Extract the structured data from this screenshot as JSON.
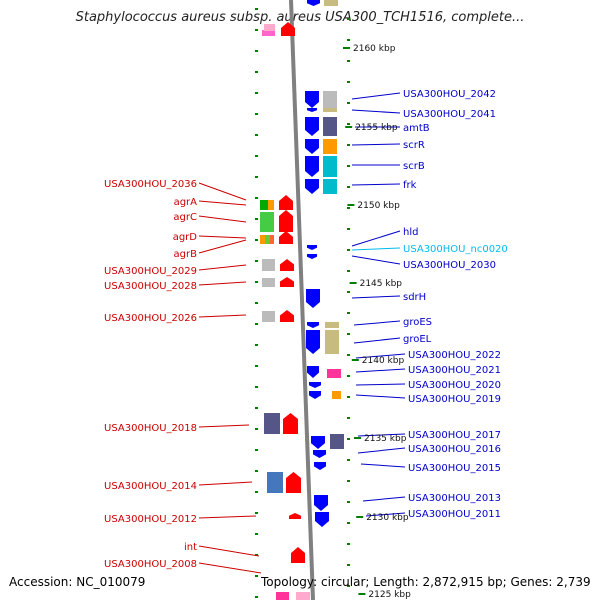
{
  "title": "Staphylococcus aureus subsp. aureus USA300_TCH1516, complete...",
  "footer": {
    "accession": "Accession: NC_010079",
    "topology": "Topology: circular; Length: 2,872,915 bp; Genes: 2,739"
  },
  "colors": {
    "backbone": "#808080",
    "tick": "#008000",
    "left_label": "#cc0000",
    "right_label": "#0000cc",
    "ncrna_label": "#00bbee",
    "plus_strand": "#ff0000",
    "minus_strand": "#0000ff"
  },
  "scale_labels": [
    "2160 kbp",
    "2155 kbp",
    "2150 kbp",
    "2145 kbp",
    "2140 kbp",
    "2135 kbp",
    "2130 kbp",
    "2125 kbp"
  ],
  "left_genes": [
    "USA300HOU_2036",
    "agrA",
    "agrC",
    "agrD",
    "agrB",
    "USA300HOU_2029",
    "USA300HOU_2028",
    "USA300HOU_2026",
    "USA300HOU_2018",
    "USA300HOU_2014",
    "USA300HOU_2012",
    "int",
    "USA300HOU_2008"
  ],
  "right_genes": [
    "USA300HOU_2042",
    "USA300HOU_2041",
    "amtB",
    "scrR",
    "scrB",
    "frk",
    "hld",
    "USA300HOU_nc0020",
    "USA300HOU_2030",
    "sdrH",
    "groES",
    "groEL",
    "USA300HOU_2022",
    "USA300HOU_2021",
    "USA300HOU_2020",
    "USA300HOU_2019",
    "USA300HOU_2017",
    "USA300HOU_2016",
    "USA300HOU_2015",
    "USA300HOU_2013",
    "USA300HOU_2011"
  ]
}
